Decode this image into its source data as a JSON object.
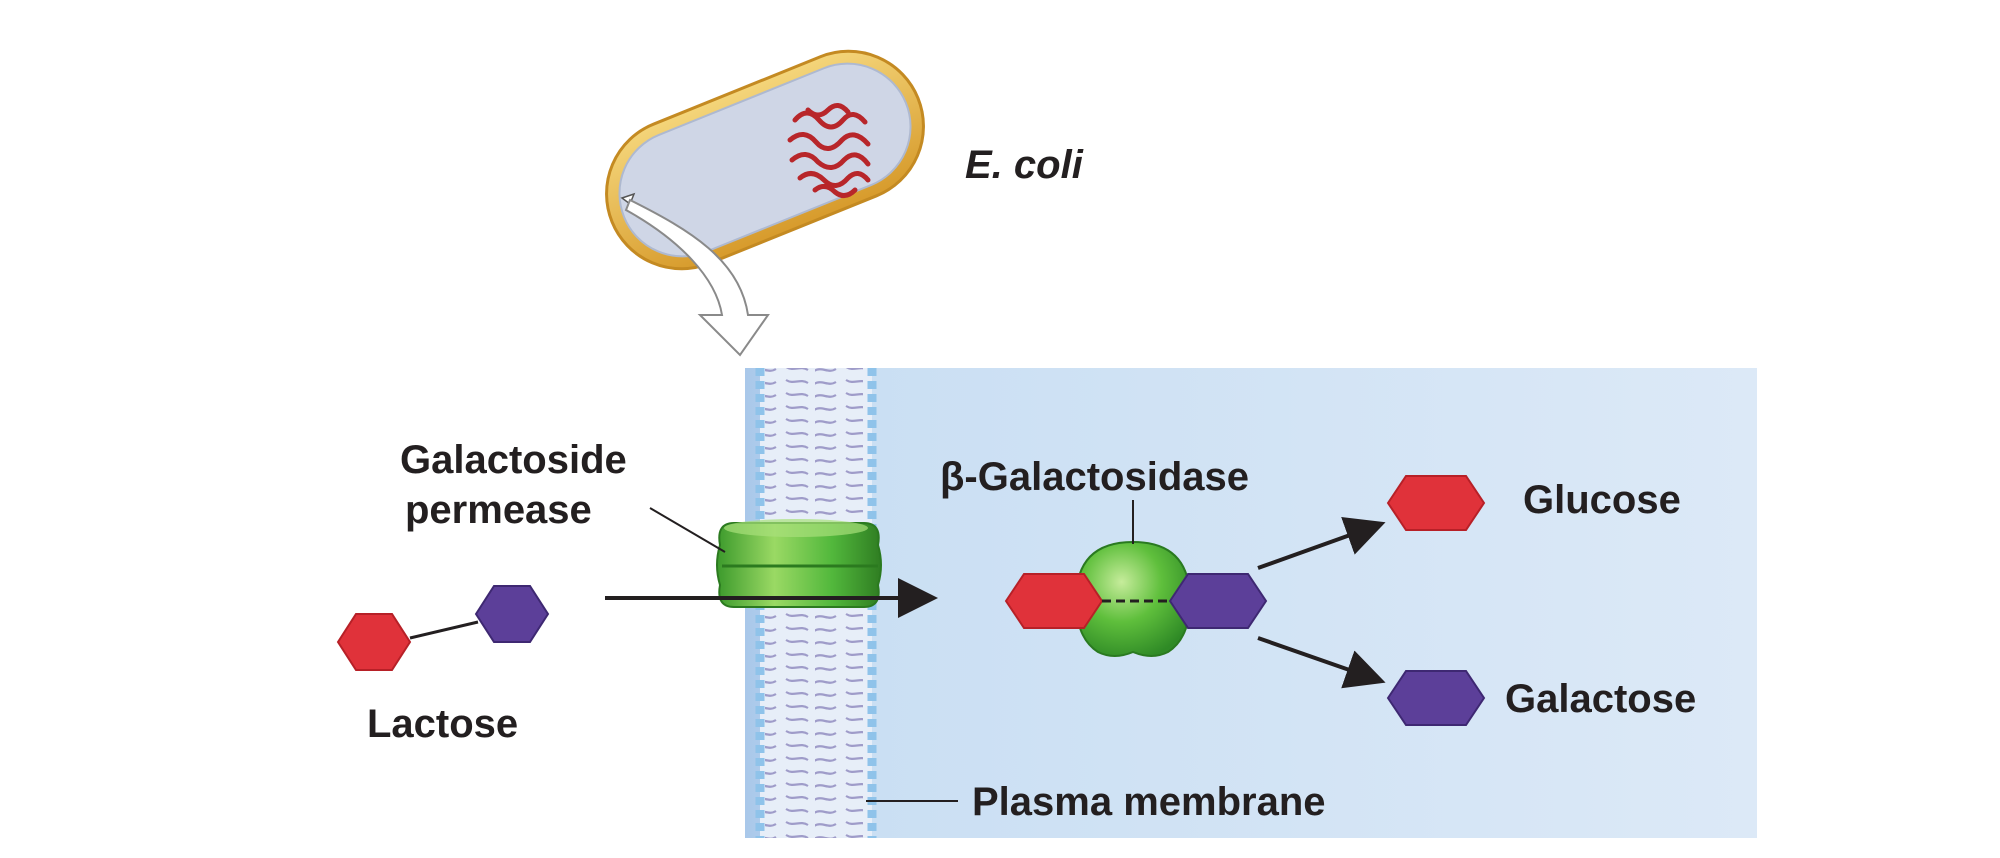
{
  "labels": {
    "ecoli": "E. coli",
    "permease_line1": "Galactoside",
    "permease_line2": "permease",
    "galactosidase": "β-Galactosidase",
    "glucose": "Glucose",
    "galactose": "Galactose",
    "lactose": "Lactose",
    "plasma_membrane": "Plasma membrane"
  },
  "colors": {
    "glucose": "#e0323a",
    "galactose": "#5c3f99",
    "enzyme": "#52b848",
    "cytoplasm": "#cfe0f3",
    "membrane_head": "#8fc3ea",
    "cell_wall": "#e8b84a",
    "dna": "#b8262a",
    "text": "#231f20"
  }
}
